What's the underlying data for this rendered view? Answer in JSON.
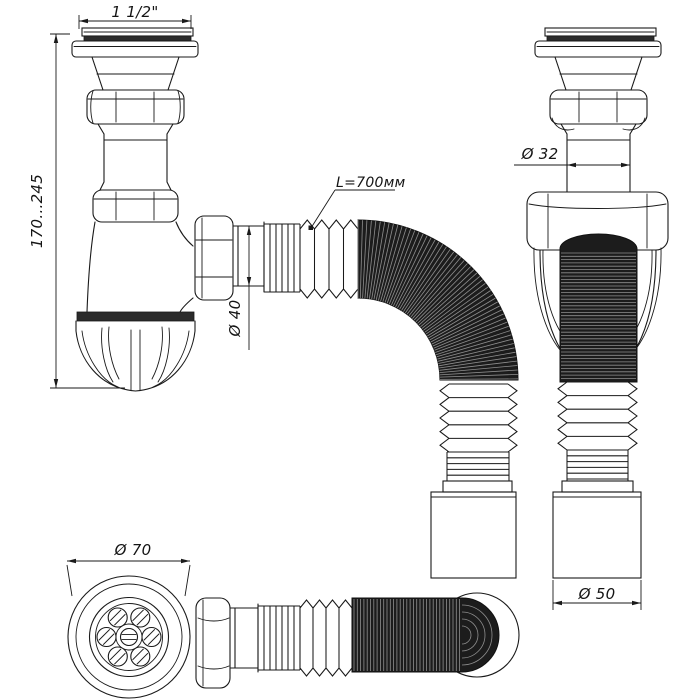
{
  "drawing": {
    "type": "technical-diagram",
    "subject": "bottle trap siphon with corrugated flexible hose, three views",
    "background_color": "#ffffff",
    "line_color": "#1a1a1a",
    "dark_fill_color": "#1c1c1c",
    "dimensions": {
      "inlet_thread": "1 1/2\"",
      "height_range": "170...245",
      "hose_length": "L=700мм",
      "outlet_diameter": "Ø 40",
      "pipe_diameter": "Ø 32",
      "grate_diameter": "Ø 70",
      "cuff_diameter": "Ø 50"
    }
  }
}
